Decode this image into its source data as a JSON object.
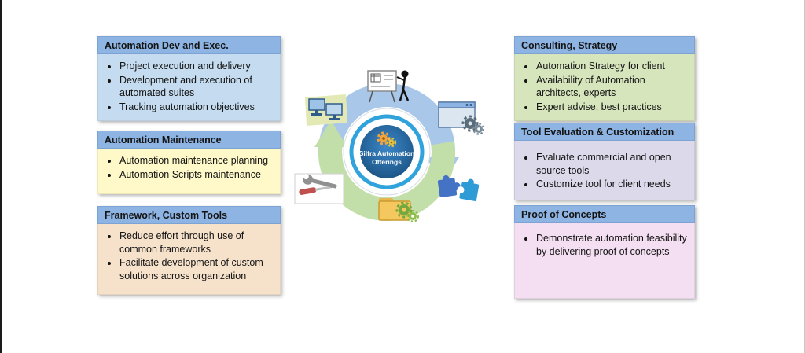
{
  "center": {
    "label_line1": "Silfra Automation",
    "label_line2": "Offerings"
  },
  "left_boxes": [
    {
      "title": "Automation Dev and Exec.",
      "body_color": "#C5DCF0",
      "items": [
        "Project execution and delivery",
        "Development and execution of automated suites",
        "Tracking automation objectives"
      ]
    },
    {
      "title": "Automation Maintenance",
      "body_color": "#FFF9C9",
      "items": [
        "Automation maintenance planning",
        "Automation Scripts maintenance"
      ]
    },
    {
      "title": "Framework, Custom Tools",
      "body_color": "#F6E2CB",
      "items": [
        "Reduce effort through use of common frameworks",
        "Facilitate development of custom solutions across organization"
      ]
    }
  ],
  "right_boxes": [
    {
      "title": "Consulting, Strategy",
      "body_color": "#D7E5BD",
      "items": [
        "Automation Strategy for client",
        "Availability of Automation architects, experts",
        "Expert advise, best practices"
      ]
    },
    {
      "title": "Tool Evaluation & Customization",
      "body_color": "#DBD9EA",
      "items": [
        "Evaluate commercial and open source tools",
        "Customize tool for client needs"
      ]
    },
    {
      "title": "Proof of Concepts",
      "body_color": "#F3DFF1",
      "items": [
        "Demonstrate automation feasibility by delivering proof of concepts"
      ]
    }
  ],
  "colors": {
    "header_blue": "#8EB4E3",
    "arrow_blue": "#A9C7E9",
    "arrow_green": "#C3DFA9",
    "ring_blue": "#31A3DC",
    "center_fill_dark": "#174E7E",
    "center_fill_light": "#3C87C8",
    "gear_orange": "#F2A33C"
  },
  "icons": {
    "top": "whiteboard-person-icon",
    "upper_left": "dev-computers-icon",
    "upper_right": "window-gears-icon",
    "lower_left": "tools-icon",
    "lower_right": "puzzle-icon",
    "bottom": "folder-gears-icon",
    "center": "gears-icon"
  }
}
